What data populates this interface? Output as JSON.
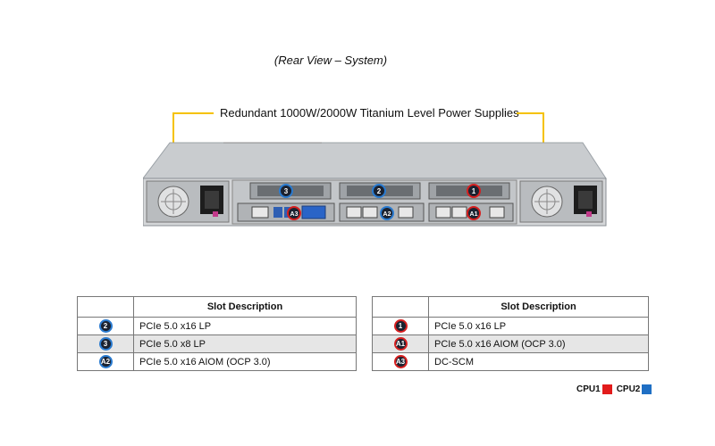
{
  "caption": "(Rear View – System)",
  "psu_callout": "Redundant 1000W/2000W Titanium Level Power Supplies",
  "chassis_badges": [
    {
      "label": "3",
      "cpu": "CPU2"
    },
    {
      "label": "2",
      "cpu": "CPU2"
    },
    {
      "label": "1",
      "cpu": "CPU1"
    },
    {
      "label": "A3",
      "cpu": "CPU1"
    },
    {
      "label": "A2",
      "cpu": "CPU2"
    },
    {
      "label": "A1",
      "cpu": "CPU1"
    }
  ],
  "left_table": {
    "header": "Slot Description",
    "rows": [
      {
        "badge": "2",
        "text": "PCIe 5.0 x16 LP"
      },
      {
        "badge": "3",
        "text": "PCIe 5.0 x8 LP"
      },
      {
        "badge": "A2",
        "text": "PCIe 5.0 x16 AIOM (OCP 3.0)"
      }
    ]
  },
  "right_table": {
    "header": "Slot Description",
    "rows": [
      {
        "badge": "1",
        "text": "PCIe 5.0 x16 LP"
      },
      {
        "badge": "A1",
        "text": "PCIe 5.0 x16 AIOM (OCP 3.0)"
      },
      {
        "badge": "A3",
        "text": "DC-SCM"
      }
    ]
  },
  "legend": {
    "cpu1_label": "CPU1",
    "cpu1_color": "#e21b1b",
    "cpu2_label": "CPU2",
    "cpu2_color": "#1f6fc4"
  },
  "colors": {
    "leader": "#f5c200"
  }
}
